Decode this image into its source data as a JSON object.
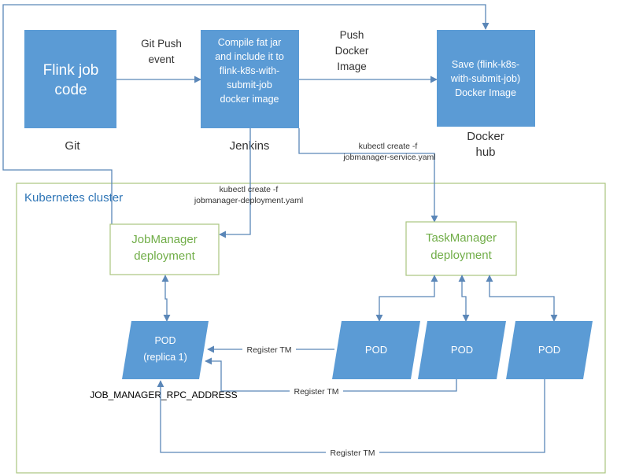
{
  "boxes": {
    "flink": {
      "label_line1": "Flink job",
      "label_line2": "code",
      "caption": "Git"
    },
    "jenkins": {
      "label_line1": "Compile fat jar",
      "label_line2": "and include it to",
      "label_line3": "flink-k8s-with-",
      "label_line4": "submit-job",
      "label_line5": "docker image",
      "caption": "Jenkins"
    },
    "dockerhub": {
      "label_line1": "Save (flink-k8s-",
      "label_line2": "with-submit-job)",
      "label_line3": "Docker Image",
      "caption_line1": "Docker",
      "caption_line2": "hub"
    }
  },
  "edges": {
    "git_push_line1": "Git Push",
    "git_push_line2": "event",
    "push_docker_line1": "Push",
    "push_docker_line2": "Docker",
    "push_docker_line3": "Image",
    "kubectl_service_line1": "kubectl create -f",
    "kubectl_service_line2": "jobmanager-service.yaml",
    "kubectl_deploy_line1": "kubectl create -f",
    "kubectl_deploy_line2": "jobmanager-deployment.yaml",
    "register_tm_1": "Register TM",
    "register_tm_2": "Register TM",
    "register_tm_3": "Register TM"
  },
  "cluster": {
    "title": "Kubernetes cluster",
    "jobmanager_line1": "JobManager",
    "jobmanager_line2": "deployment",
    "taskmanager_line1": "TaskManager",
    "taskmanager_line2": "deployment",
    "pod_jm_line1": "POD",
    "pod_jm_line2": "(replica 1)",
    "pod_tm1": "POD",
    "pod_tm2": "POD",
    "pod_tm3": "POD",
    "rpc_address": "JOB_MANAGER_RPC_ADDRESS"
  },
  "colors": {
    "box_blue": "#5b9bd5",
    "line_blue": "#5b87b8",
    "cluster_border": "#a9c47f",
    "deploy_text": "#70ad47",
    "cluster_title": "#2e75b6"
  }
}
